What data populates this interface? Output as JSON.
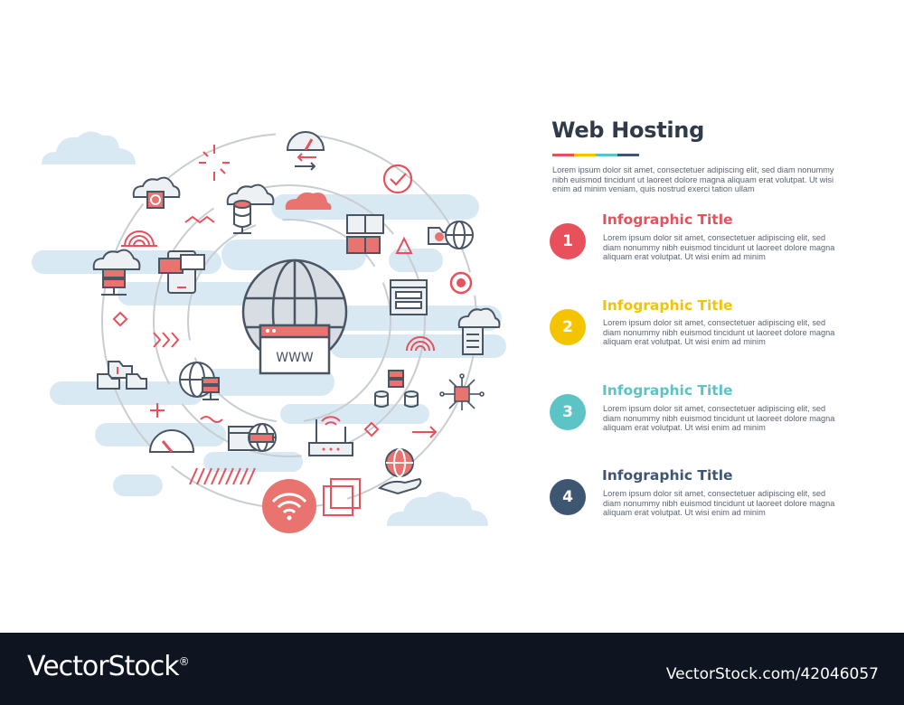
{
  "header": {
    "title": "Web Hosting",
    "underline_colors": [
      "#e8505b",
      "#f5c400",
      "#5cc4c4",
      "#3f5673"
    ],
    "description": "Lorem ipsum dolor sit amet, consectetuer adipiscing elit, sed diam nonummy nibh euismod tincidunt ut laoreet dolore magna aliquam erat volutpat. Ut wisi enim ad minim veniam, quis nostrud exerci tation ullam"
  },
  "center": {
    "label": "WWW"
  },
  "router": {
    "label": ""
  },
  "items": [
    {
      "number": "1",
      "title": "Infographic Title",
      "color": "#e8505b",
      "body": "Lorem ipsum dolor sit amet, consectetuer adipiscing elit, sed diam nonummy nibh euismod tincidunt ut laoreet dolore magna aliquam erat volutpat. Ut wisi enim ad minim"
    },
    {
      "number": "2",
      "title": "Infographic Title",
      "color": "#f5c400",
      "body": "Lorem ipsum dolor sit amet, consectetuer adipiscing elit, sed diam nonummy nibh euismod tincidunt ut laoreet dolore magna aliquam erat volutpat. Ut wisi enim ad minim"
    },
    {
      "number": "3",
      "title": "Infographic Title",
      "color": "#5cc4c4",
      "body": "Lorem ipsum dolor sit amet, consectetuer adipiscing elit, sed diam nonummy nibh euismod tincidunt ut laoreet dolore magna aliquam erat volutpat. Ut wisi enim ad minim"
    },
    {
      "number": "4",
      "title": "Infographic Title",
      "color": "#3f5673",
      "body": "Lorem ipsum dolor sit amet, consectetuer adipiscing elit, sed diam nonummy nibh euismod tincidunt ut laoreet dolore magna aliquam erat volutpat. Ut wisi enim ad minim"
    }
  ],
  "footer": {
    "brand": "VectorStock",
    "registered": "®",
    "image_id": "VectorStock.com/42046057"
  },
  "colors": {
    "accent_red": "#e8505b",
    "icon_outline": "#4a5563",
    "cloud_blue": "#d5e8f4",
    "ring_gray": "#c8cdd2"
  }
}
